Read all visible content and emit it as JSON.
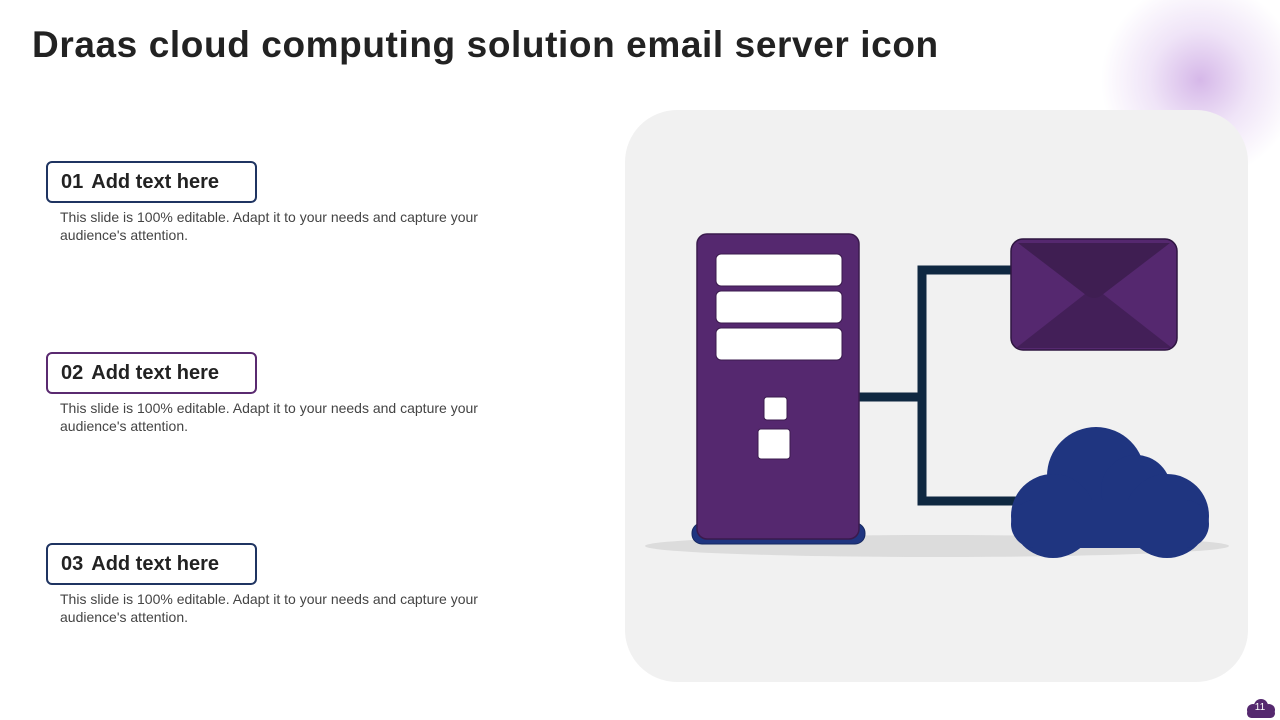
{
  "slide": {
    "title": "Draas cloud computing solution email server icon",
    "page_number": "11"
  },
  "items": [
    {
      "number": "01",
      "heading": "Add text here",
      "description": "This slide is 100% editable. Adapt it to your needs and capture your audience's attention."
    },
    {
      "number": "02",
      "heading": "Add text here",
      "description": "This slide is 100% editable. Adapt it to your needs and capture your audience's attention."
    },
    {
      "number": "03",
      "heading": "Add text here",
      "description": "This slide is 100% editable. Adapt it to your needs and capture your audience's attention."
    }
  ],
  "illustration": {
    "icons": [
      "server-tower-icon",
      "email-envelope-icon",
      "cloud-icon"
    ]
  },
  "colors": {
    "purple": "#55286f",
    "dark_purple": "#3f1e52",
    "navy": "#1f3580",
    "connector": "#0f2841",
    "panel": "#f1f1f1",
    "text_dark": "#222222"
  }
}
